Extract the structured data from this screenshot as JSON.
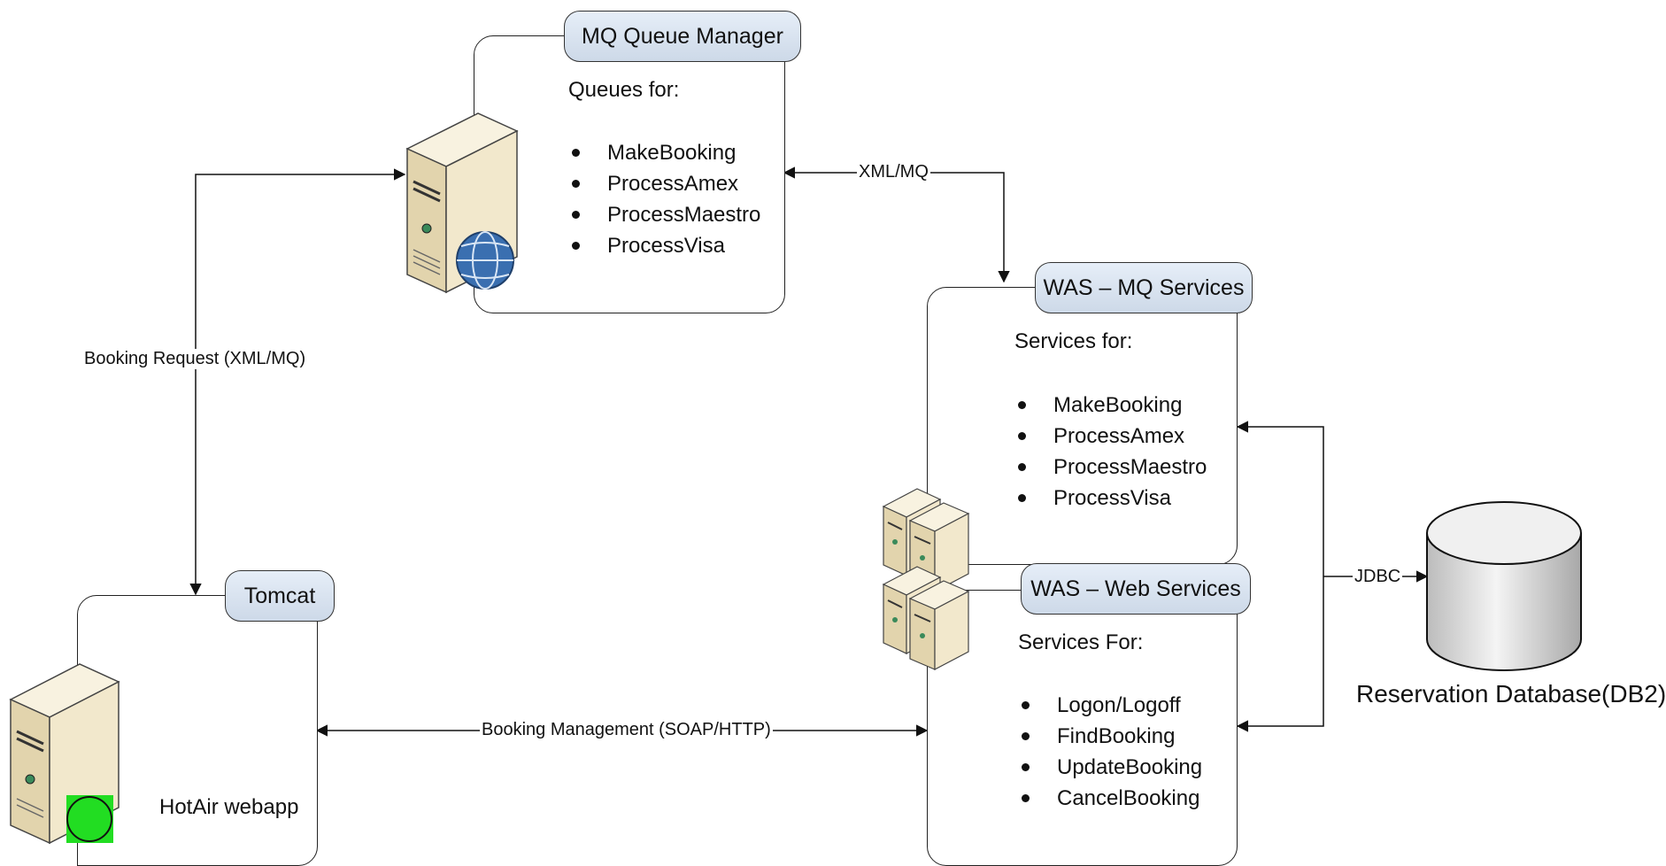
{
  "mq_queue_manager": {
    "title": "MQ Queue Manager",
    "heading": "Queues for:",
    "items": [
      "MakeBooking",
      "ProcessAmex",
      "ProcessMaestro",
      "ProcessVisa"
    ]
  },
  "was_mq_services": {
    "title": "WAS – MQ Services",
    "heading": "Services for:",
    "items": [
      "MakeBooking",
      "ProcessAmex",
      "ProcessMaestro",
      "ProcessVisa"
    ]
  },
  "was_web_services": {
    "title": "WAS – Web Services",
    "heading": "Services For:",
    "items": [
      "Logon/Logoff",
      "FindBooking",
      "UpdateBooking",
      "CancelBooking"
    ]
  },
  "tomcat": {
    "title": "Tomcat",
    "app_label": "HotAir webapp"
  },
  "database": {
    "label": "Reservation Database(DB2)"
  },
  "connections": {
    "xml_mq": "XML/MQ",
    "booking_request": "Booking Request (XML/MQ)",
    "booking_management": "Booking Management (SOAP/HTTP)",
    "jdbc": "JDBC"
  },
  "colors": {
    "pill_fill": "#d6e0ec",
    "server_body": "#efe4c8",
    "globe": "#3a6fb0",
    "status_indicator": "#22dd22"
  }
}
